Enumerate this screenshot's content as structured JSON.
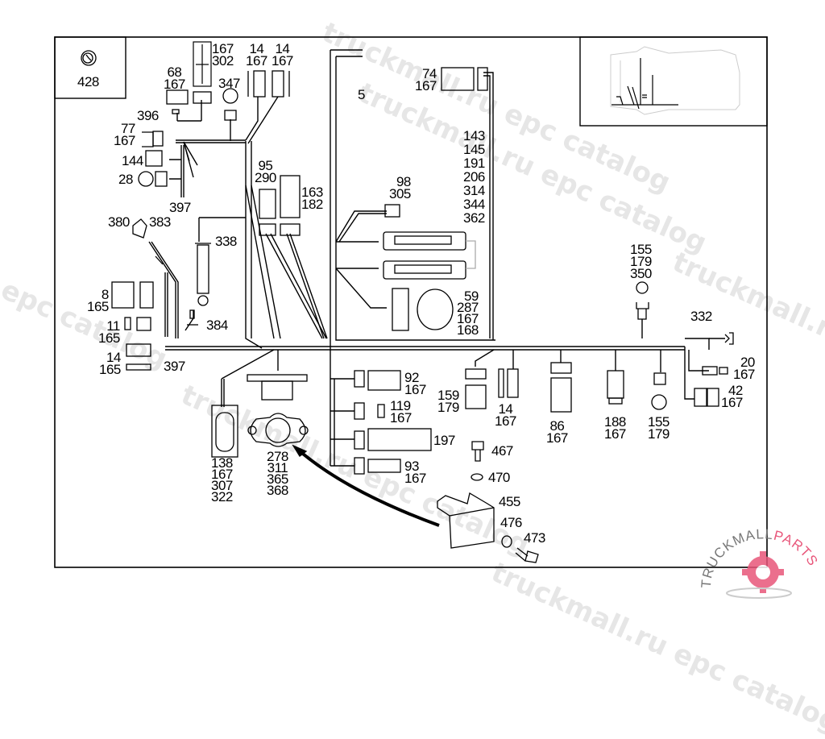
{
  "diagram": {
    "type": "wiring harness parts diagram",
    "callouts": {
      "c428": "428",
      "c167_302": "167\n302",
      "c14_167_a": "14\n167",
      "c14_167_b": "14\n167",
      "c68_167": "68\n167",
      "c347": "347",
      "c396": "396",
      "c77_167": "77\n167",
      "c144": "144",
      "c28": "28",
      "c397_top": "397",
      "c95_290": "95\n290",
      "c163_182": "163\n182",
      "c380": "380",
      "c383": "383",
      "c338": "338",
      "c8_165": "8\n165",
      "c11_165": "11\n165",
      "c384": "384",
      "c14_165": "14\n165",
      "c397_bottom": "397",
      "c5": "5",
      "c74_167": "74\n167",
      "c_ecu_group": "143\n145\n191\n206\n314\n344\n362",
      "c98_305": "98\n305",
      "c59_group": "59\n287\n167\n168",
      "c155_179_350": "155\n179\n350",
      "c332": "332",
      "c20_167": "20\n167",
      "c42_167": "42\n167",
      "c159_179": "159\n179",
      "c14_167_c": "14\n167",
      "c86_167": "86\n167",
      "c188_167": "188\n167",
      "c155_179": "155\n179",
      "c92_167": "92\n167",
      "c119_167": "119\n167",
      "c197": "197",
      "c93_167": "93\n167",
      "c138_group": "138\n167\n307\n322",
      "c278_group": "278\n311\n365\n368",
      "c467": "467",
      "c470": "470",
      "c455": "455",
      "c476": "476",
      "c473": "473"
    }
  },
  "watermarks": [
    "truckmall.ru epc catalog",
    "truckmall.ru epc catalog",
    "truckmall.ru epc catalog",
    "truckmall.ru epc catalog",
    "l epc catalog",
    "truckmall.ru epc catalog"
  ],
  "logo": {
    "text_dark": "TRUCKMALL",
    "text_accent": "PARTS",
    "accent_color": "#e8567a"
  }
}
